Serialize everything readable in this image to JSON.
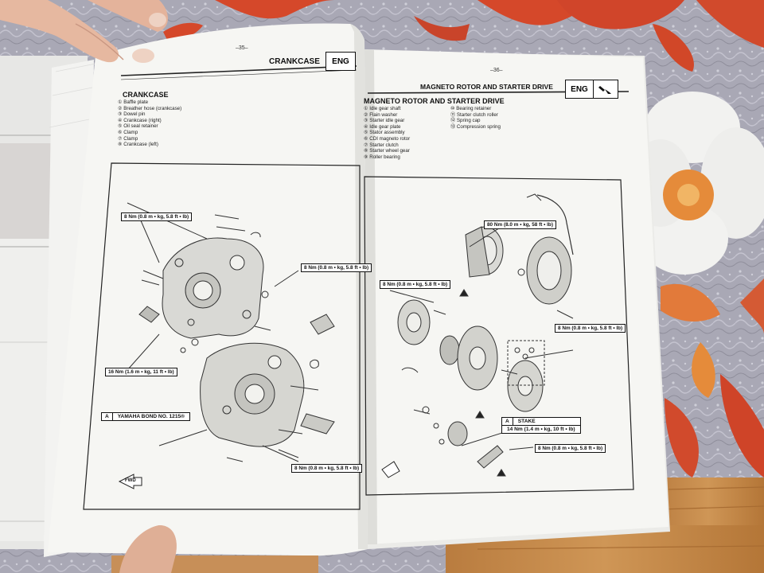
{
  "left_page": {
    "page_number": "–35–",
    "header_title": "CRANKCASE",
    "header_badge": "ENG",
    "section_title": "CRANKCASE",
    "parts": [
      "① Baffle plate",
      "② Breather hose (crankcase)",
      "③ Dowel pin",
      "④ Crankcase (right)",
      "⑤ Oil seal retainer",
      "⑥ Clamp",
      "⑦ Clamp",
      "⑧ Crankcase (left)"
    ],
    "torque_labels": [
      "8 Nm (0.8 m • kg, 5.8 ft • lb)",
      "8 Nm (0.8 m • kg, 5.8 ft • lb)",
      "16 Nm (1.6 m • kg, 11 ft • lb)",
      "8 Nm (0.8 m • kg, 5.8 ft • lb)"
    ],
    "sealant_key": "A",
    "sealant_label": "YAMAHA BOND NO. 1215®",
    "fwd_label": "FWD"
  },
  "right_page": {
    "page_number": "–36–",
    "header_title": "MAGNETO ROTOR AND STARTER DRIVE",
    "header_badge": "ENG",
    "section_title": "MAGNETO ROTOR AND STARTER DRIVE",
    "parts_col1": [
      "① Idle gear shaft",
      "② Flain washer",
      "③ Starter idle gear",
      "④ Idle gear plate",
      "⑤ Stator assembly",
      "⑥ CDI magneto rotor",
      "⑦ Starter clutch",
      "⑧ Starter wheel gear",
      "⑨ Roller bearing"
    ],
    "parts_col2": [
      "⑩ Bearing retainer",
      "⑪ Starter clutch roller",
      "⑫ Spring cap",
      "⑬ Compression spring"
    ],
    "torque_labels": [
      "80 Nm (8.0 m • kg, 58 ft • lb)",
      "8 Nm (0.8 m • kg, 5.8 ft • lb)",
      "8 Nm (0.8 m • kg, 5.8 ft • lb)",
      "8 Nm (0.8 m • kg, 5.8 ft • lb)"
    ],
    "stake_key": "A",
    "stake_label": "STAKE",
    "stake_torque": "14 Nm (1.4 m • kg, 10 ft • lb)"
  },
  "colors": {
    "tablecloth": "#a7a6b3",
    "wood_table": "#c38a4c",
    "paper": "#f6f6f3",
    "flower_red": "#d5482a",
    "flower_white": "#f2f2f0",
    "flower_orange": "#e58b3a"
  }
}
